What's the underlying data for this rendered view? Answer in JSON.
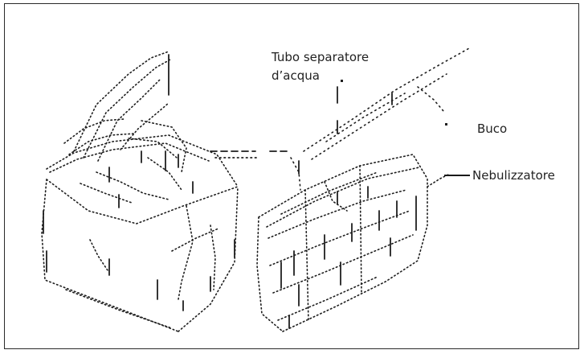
{
  "labels": {
    "water_separator_line1": "Tubo separatore",
    "water_separator_line2": "d’acqua",
    "hole": "Buco",
    "nebulizer": "Nebulizzatore"
  },
  "colors": {
    "ink": "#1f1f1f",
    "frame": "#2a2a2a",
    "background": "#ffffff"
  }
}
